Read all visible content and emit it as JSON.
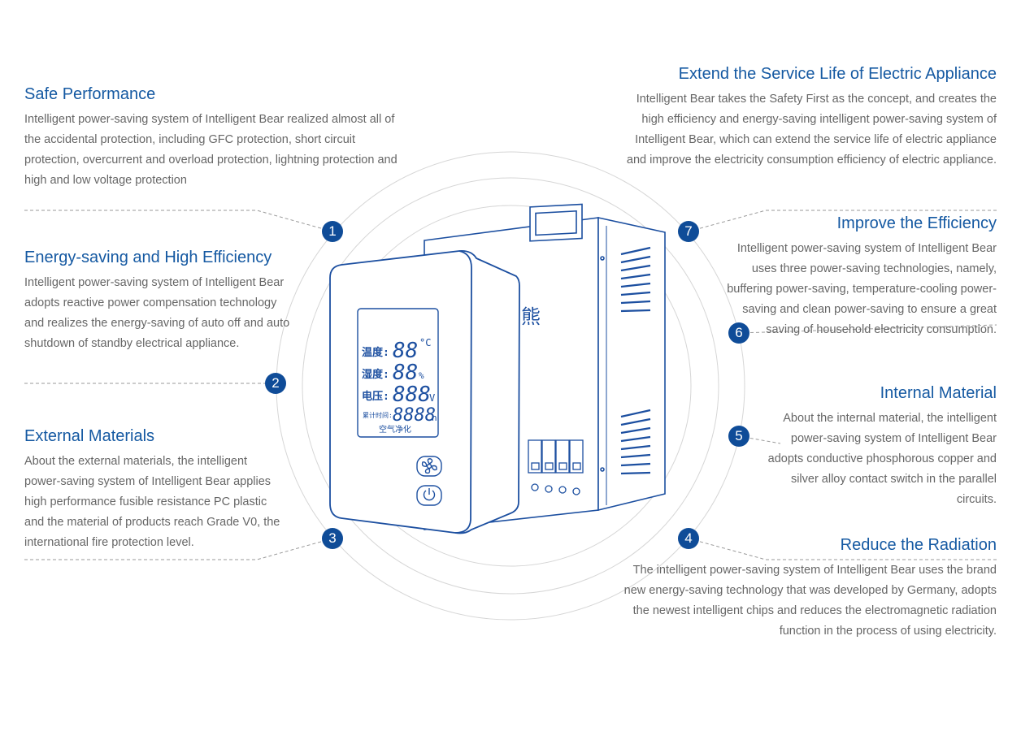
{
  "features": [
    {
      "number": "1",
      "title": "Safe Performance",
      "text": "Intelligent power-saving system of Intelligent Bear realized almost all of the accidental protection, including GFC protection, short circuit protection, overcurrent and overload protection, lightning protection and high and low voltage protection"
    },
    {
      "number": "2",
      "title": "Energy-saving and High Efficiency",
      "text": "Intelligent power-saving system of Intelligent Bear adopts reactive power compensation technology and realizes the energy-saving of auto off and auto shutdown of standby electrical appliance."
    },
    {
      "number": "3",
      "title": "External Materials",
      "text": "About the external materials, the intelligent power-saving system of Intelligent Bear applies high performance fusible resistance PC plastic and the material of products reach Grade V0, the international fire protection level."
    },
    {
      "number": "4",
      "title": "Reduce the Radiation",
      "text": "The intelligent power-saving system of Intelligent Bear uses the brand new energy-saving technology that was developed by Germany, adopts the newest intelligent chips and reduces the electromagnetic radiation function in the process of using electricity."
    },
    {
      "number": "5",
      "title": "Internal Material",
      "text": "About the internal material, the intelligent power-saving system of Intelligent Bear adopts conductive phosphorous copper and silver alloy contact switch in the parallel circuits."
    },
    {
      "number": "6",
      "title": "Improve the Efficiency",
      "text": "Intelligent power-saving system of Intelligent Bear uses three power-saving technologies, namely, buffering power-saving, temperature-cooling power-saving and clean power-saving to ensure a great saving of household electricity consumption."
    },
    {
      "number": "7",
      "title": "Extend the Service Life of Electric Appliance",
      "text": "Intelligent Bear takes the Safety First as the concept, and creates the high efficiency and energy-saving intelligent power-saving system of Intelligent Bear, which can extend the service life of electric appliance and improve the electricity consumption efficiency of electric appliance."
    }
  ],
  "device": {
    "display": {
      "temp_label": "温度:",
      "temp_value": "88",
      "temp_unit": "°C",
      "humidity_label": "湿度:",
      "humidity_value": "88",
      "humidity_unit": "%",
      "voltage_label": "电压:",
      "voltage_value": "888",
      "voltage_unit": "V",
      "time_label": "累计时间:",
      "time_value": "8888",
      "time_unit": "h",
      "purify_label": "空气净化"
    },
    "cabinet_logo": "熊",
    "icons": [
      "fan-icon",
      "power-icon"
    ]
  },
  "colors": {
    "accent": "#1559a2",
    "badge": "#0f4c98",
    "text": "#666666",
    "line": "#d8d8d8"
  }
}
